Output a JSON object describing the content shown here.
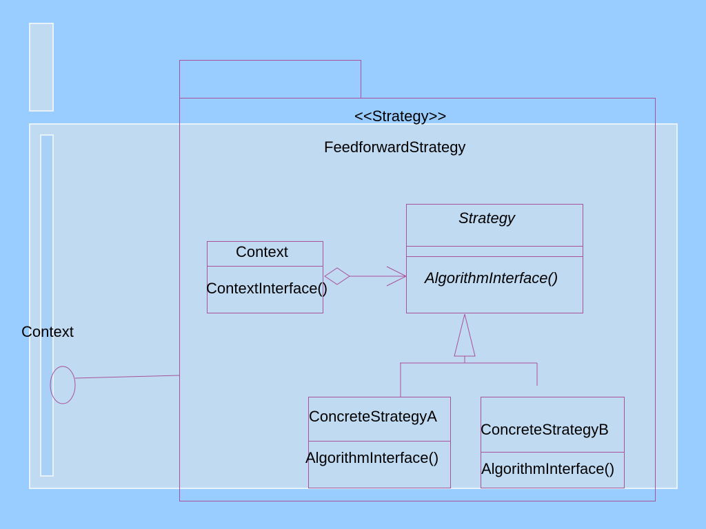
{
  "outer_label": "Context",
  "package": {
    "stereotype": "<<Strategy>>",
    "name": "FeedforwardStrategy"
  },
  "classes": {
    "context": {
      "name": "Context",
      "operation": "ContextInterface()"
    },
    "strategy": {
      "name": "Strategy",
      "operation": "AlgorithmInterface()"
    },
    "concrete_a": {
      "name": "ConcreteStrategyA",
      "operation": "AlgorithmInterface()"
    },
    "concrete_b": {
      "name": "ConcreteStrategyB",
      "operation": "AlgorithmInterface()"
    }
  },
  "colors": {
    "background": "#99ccff",
    "panel": "#c0daf2",
    "panel_border": "#e8f2fb",
    "uml_line": "#a8509a"
  }
}
